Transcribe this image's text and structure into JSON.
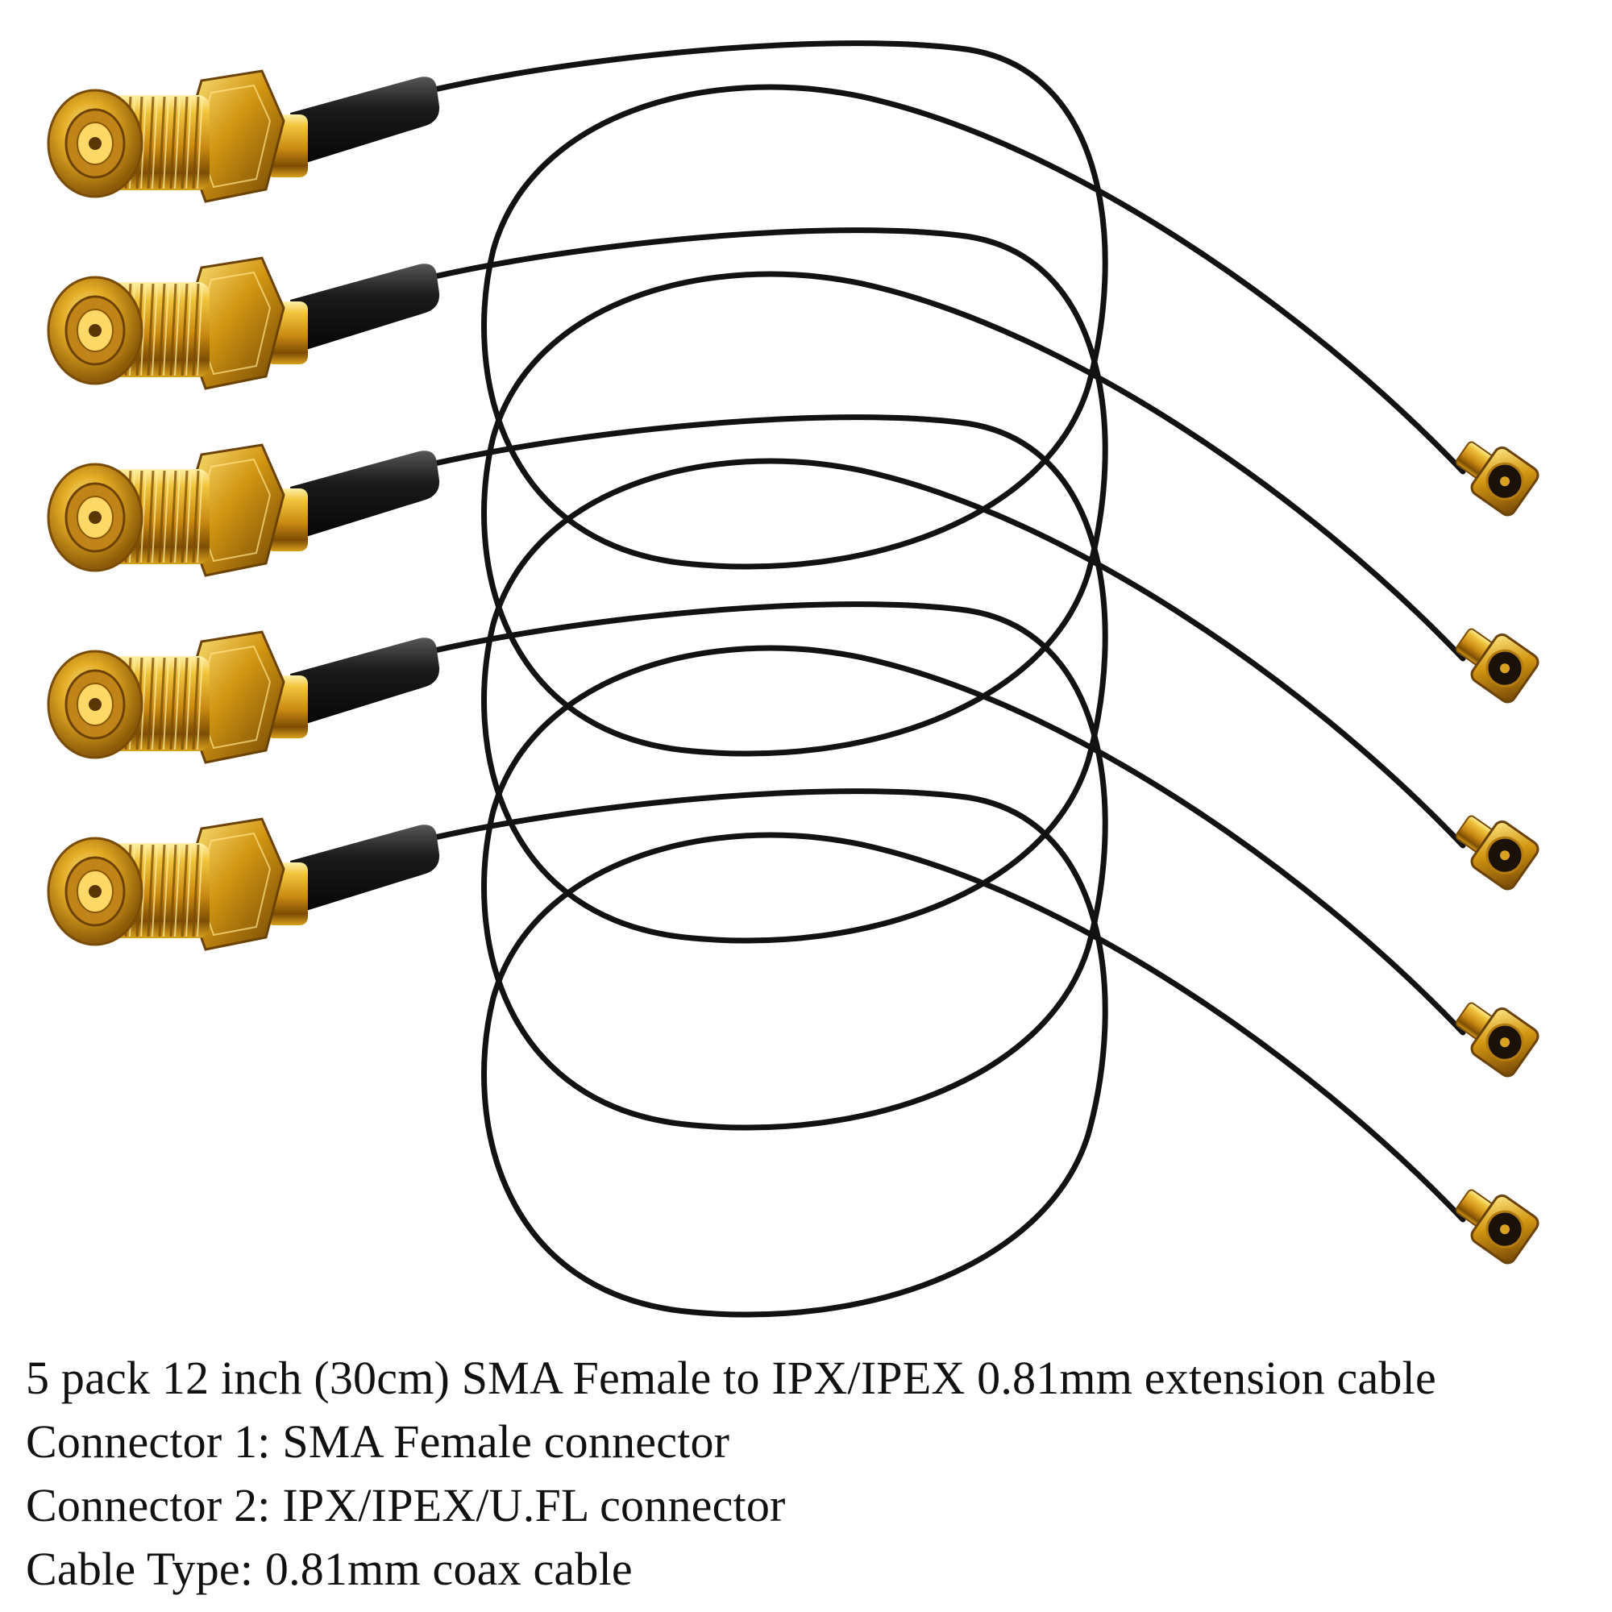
{
  "image": {
    "subject": "five-sma-female-to-ipx-cables",
    "cable_count": 5,
    "colors": {
      "background": "#ffffff",
      "cable": "#121212",
      "connector_gold": "#d9a21c",
      "connector_gold_dark": "#8a5a08",
      "connector_gold_light": "#ffe27a",
      "text": "#111111"
    },
    "icons": [
      "sma-female-connector",
      "ipx-connector",
      "coax-cable"
    ]
  },
  "caption": {
    "lines": [
      "5 pack 12 inch (30cm) SMA Female to IPX/IPEX 0.81mm extension cable",
      "Connector 1: SMA Female connector",
      "Connector 2: IPX/IPEX/U.FL connector",
      "Cable Type: 0.81mm coax cable"
    ]
  }
}
